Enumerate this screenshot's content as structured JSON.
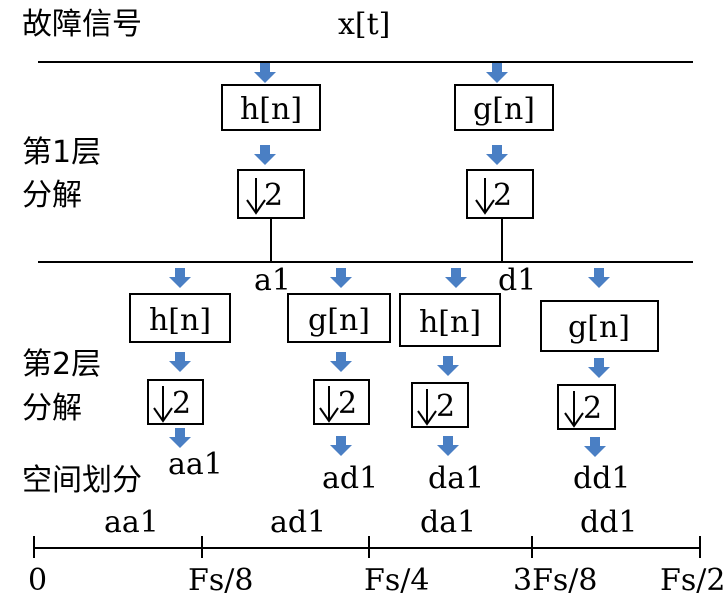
{
  "header": {
    "fault_signal_label": "故障信号",
    "signal_name": "x[t]"
  },
  "level1": {
    "label_line1": "第1层",
    "label_line2": "分解",
    "lowpass_filter": "h[n]",
    "highpass_filter": "g[n]",
    "downsample": "2",
    "out_low": "a1",
    "out_high": "d1"
  },
  "level2": {
    "label_line1": "第2层",
    "label_line2": "分解",
    "branches": [
      {
        "filter": "h[n]",
        "downsample": "2",
        "output": "aa1"
      },
      {
        "filter": "g[n]",
        "downsample": "2",
        "output": "ad1"
      },
      {
        "filter": "h[n]",
        "downsample": "2",
        "output": "da1"
      },
      {
        "filter": "g[n]",
        "downsample": "2",
        "output": "dd1"
      }
    ]
  },
  "space_partition_label": "空间划分",
  "frequency_axis": {
    "bands": [
      "aa1",
      "ad1",
      "da1",
      "dd1"
    ],
    "ticks": [
      "0",
      "Fs/8",
      "Fs/4",
      "3Fs/8",
      "Fs/2"
    ]
  },
  "colors": {
    "arrow": "#4a7fc4",
    "line": "#000000"
  },
  "icons": {
    "down_arrow": "down-arrow-icon",
    "downsample_arrow": "downsample-arrow-icon"
  }
}
